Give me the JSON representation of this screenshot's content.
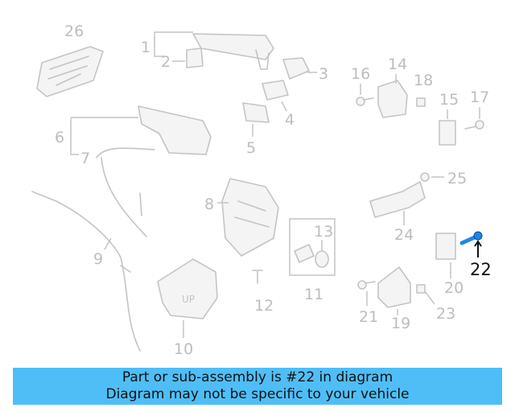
{
  "diagram": {
    "labels": [
      "1",
      "2",
      "3",
      "4",
      "5",
      "6",
      "7",
      "8",
      "9",
      "10",
      "11",
      "12",
      "13",
      "14",
      "15",
      "16",
      "17",
      "18",
      "19",
      "20",
      "21",
      "22",
      "23",
      "24",
      "25",
      "26"
    ],
    "highlighted_label": "22",
    "highlight_color": "#1e88e5",
    "up_text": "UP"
  },
  "banner": {
    "line1": "Part or sub-assembly is #22 in diagram",
    "line2": "Diagram may not be specific to your vehicle",
    "color": "#4fbef7"
  }
}
